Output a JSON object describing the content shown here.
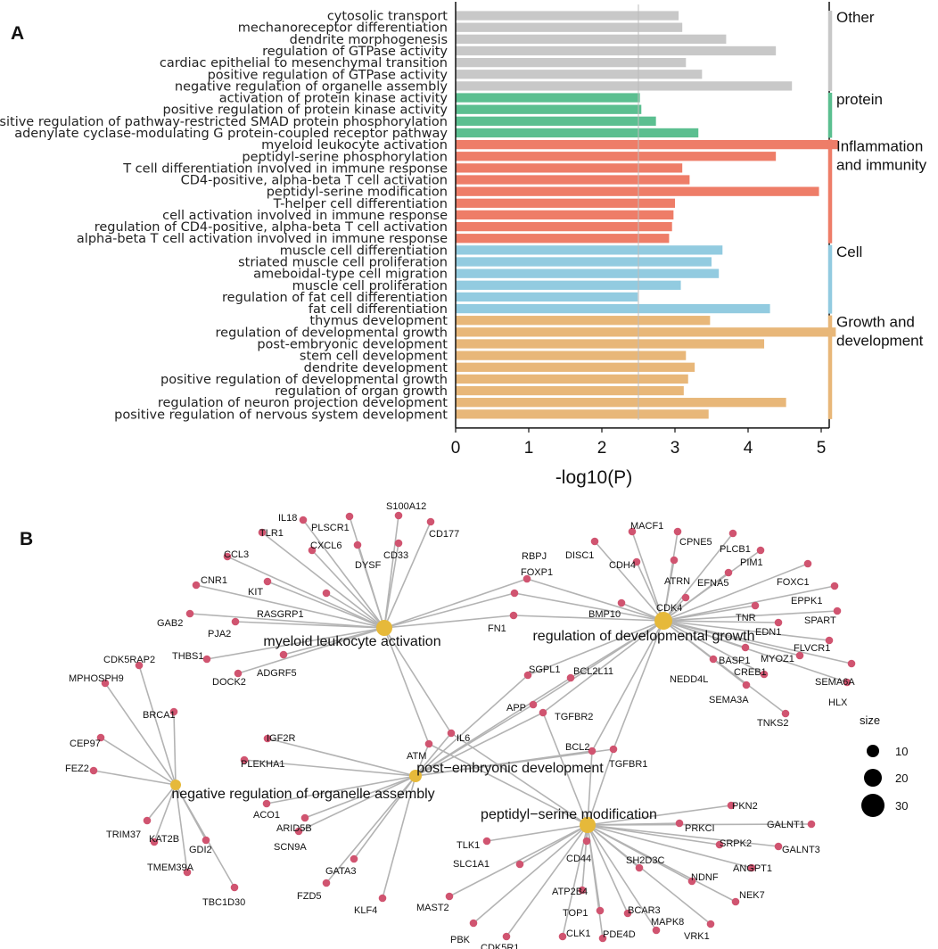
{
  "chart_data": [
    {
      "type": "bar",
      "orientation": "horizontal",
      "panel": "A",
      "xlabel": "-log10(P)",
      "xlim": [
        0,
        5.3
      ],
      "xticks": [
        0,
        1,
        2,
        3,
        4,
        5
      ],
      "threshold_line": 2.5,
      "groups": [
        {
          "name": "Other",
          "color": "#c8c8c8",
          "label_lines": [
            "Other"
          ],
          "bars": [
            {
              "term": "cytosolic transport",
              "value": 3.05
            },
            {
              "term": "mechanoreceptor differentiation",
              "value": 3.1
            },
            {
              "term": "dendrite morphogenesis",
              "value": 3.7
            },
            {
              "term": "regulation of GTPase activity",
              "value": 4.38
            },
            {
              "term": "cardiac epithelial to mesenchymal transition",
              "value": 3.15
            },
            {
              "term": "positive regulation of GTPase activity",
              "value": 3.37
            },
            {
              "term": "negative regulation of organelle assembly",
              "value": 4.6
            }
          ]
        },
        {
          "name": "protein",
          "color": "#5bbf90",
          "label_lines": [
            "protein"
          ],
          "bars": [
            {
              "term": "activation of protein kinase activity",
              "value": 2.52
            },
            {
              "term": "positive regulation of protein kinase activity",
              "value": 2.54
            },
            {
              "term": "positive regulation of pathway-restricted SMAD protein phosphorylation",
              "value": 2.74
            },
            {
              "term": "adenylate cyclase-modulating G protein-coupled receptor pathway",
              "value": 3.32
            }
          ]
        },
        {
          "name": "Inflammation and immunity",
          "color": "#ee7d68",
          "label_lines": [
            "Inflammation",
            "and immunity"
          ],
          "bars": [
            {
              "term": "myeloid leukocyte activation",
              "value": 5.23
            },
            {
              "term": "peptidyl-serine phosphorylation",
              "value": 4.38
            },
            {
              "term": "T cell differentiation involved in immune response",
              "value": 3.1
            },
            {
              "term": "CD4-positive, alpha-beta T cell activation",
              "value": 3.2
            },
            {
              "term": "peptidyl-serine modification",
              "value": 4.97
            },
            {
              "term": "T-helper cell differentiation",
              "value": 3.0
            },
            {
              "term": "cell activation involved in immune response",
              "value": 2.98
            },
            {
              "term": "regulation of CD4-positive, alpha-beta T cell activation",
              "value": 2.96
            },
            {
              "term": "alpha-beta T cell activation involved in immune response",
              "value": 2.92
            }
          ]
        },
        {
          "name": "Cell",
          "color": "#92cbe0",
          "label_lines": [
            "Cell"
          ],
          "bars": [
            {
              "term": "muscle cell differentiation",
              "value": 3.65
            },
            {
              "term": "striated muscle cell proliferation",
              "value": 3.5
            },
            {
              "term": "ameboidal-type cell migration",
              "value": 3.6
            },
            {
              "term": "muscle cell proliferation",
              "value": 3.08
            },
            {
              "term": "regulation of fat cell differentiation",
              "value": 2.49
            },
            {
              "term": "fat cell differentiation",
              "value": 4.3
            }
          ]
        },
        {
          "name": "Growth and development",
          "color": "#e8b779",
          "label_lines": [
            "Growth and",
            "development"
          ],
          "bars": [
            {
              "term": "thymus development",
              "value": 3.48
            },
            {
              "term": "regulation of developmental growth",
              "value": 5.2
            },
            {
              "term": "post-embryonic development",
              "value": 4.22
            },
            {
              "term": "stem cell development",
              "value": 3.15
            },
            {
              "term": "dendrite development",
              "value": 3.27
            },
            {
              "term": "positive regulation of developmental growth",
              "value": 3.18
            },
            {
              "term": "regulation of organ growth",
              "value": 3.12
            },
            {
              "term": "regulation of neuron projection development",
              "value": 4.52
            },
            {
              "term": "positive regulation of nervous system development",
              "value": 3.46
            }
          ]
        }
      ]
    },
    {
      "type": "network",
      "panel": "B",
      "legend_title": "size",
      "legend_sizes": [
        10,
        20,
        30
      ],
      "hub_color": "#e6b93a",
      "gene_color": "#d05470",
      "edge_color": "#b3b3b3",
      "hubs": [
        {
          "id": "mla",
          "label": "myeloid leukocyte activation"
        },
        {
          "id": "rdg",
          "label": "regulation of developmental growth"
        },
        {
          "id": "ped",
          "label": "post−embryonic development"
        },
        {
          "id": "nroa",
          "label": "negative regulation of organelle assembly"
        },
        {
          "id": "psm",
          "label": "peptidyl−serine modification"
        }
      ],
      "genes": [
        {
          "name": "IL18",
          "hubs": [
            "mla"
          ]
        },
        {
          "name": "S100A12",
          "hubs": [
            "mla"
          ]
        },
        {
          "name": "PLSCR1",
          "hubs": [
            "mla"
          ]
        },
        {
          "name": "CD177",
          "hubs": [
            "mla"
          ]
        },
        {
          "name": "TLR1",
          "hubs": [
            "mla"
          ]
        },
        {
          "name": "CXCL6",
          "hubs": [
            "mla"
          ]
        },
        {
          "name": "CD33",
          "hubs": [
            "mla"
          ]
        },
        {
          "name": "DYSF",
          "hubs": [
            "mla"
          ]
        },
        {
          "name": "CCL3",
          "hubs": [
            "mla"
          ]
        },
        {
          "name": "CNR1",
          "hubs": [
            "mla"
          ]
        },
        {
          "name": "KIT",
          "hubs": [
            "mla"
          ]
        },
        {
          "name": "RASGRP1",
          "hubs": [
            "mla"
          ]
        },
        {
          "name": "GAB2",
          "hubs": [
            "mla"
          ]
        },
        {
          "name": "PJA2",
          "hubs": [
            "mla"
          ]
        },
        {
          "name": "THBS1",
          "hubs": [
            "mla"
          ]
        },
        {
          "name": "ADGRF5",
          "hubs": [
            "mla"
          ]
        },
        {
          "name": "DOCK2",
          "hubs": [
            "mla"
          ]
        },
        {
          "name": "RBPJ",
          "hubs": [
            "mla",
            "rdg"
          ]
        },
        {
          "name": "FOXP1",
          "hubs": [
            "mla",
            "rdg"
          ]
        },
        {
          "name": "FN1",
          "hubs": [
            "mla",
            "rdg"
          ]
        },
        {
          "name": "MACF1",
          "hubs": [
            "rdg"
          ]
        },
        {
          "name": "CPNE5",
          "hubs": [
            "rdg"
          ]
        },
        {
          "name": "DISC1",
          "hubs": [
            "rdg"
          ]
        },
        {
          "name": "CDH4",
          "hubs": [
            "rdg"
          ]
        },
        {
          "name": "ATRN",
          "hubs": [
            "rdg"
          ]
        },
        {
          "name": "PLCB1",
          "hubs": [
            "rdg"
          ]
        },
        {
          "name": "PIM1",
          "hubs": [
            "rdg"
          ]
        },
        {
          "name": "EFNA5",
          "hubs": [
            "rdg"
          ]
        },
        {
          "name": "FOXC1",
          "hubs": [
            "rdg"
          ]
        },
        {
          "name": "EPPK1",
          "hubs": [
            "rdg"
          ]
        },
        {
          "name": "BMP10",
          "hubs": [
            "rdg"
          ]
        },
        {
          "name": "CDK4",
          "hubs": [
            "rdg"
          ]
        },
        {
          "name": "TNR",
          "hubs": [
            "rdg"
          ]
        },
        {
          "name": "SPART",
          "hubs": [
            "rdg"
          ]
        },
        {
          "name": "EDN1",
          "hubs": [
            "rdg"
          ]
        },
        {
          "name": "FLVCR1",
          "hubs": [
            "rdg"
          ]
        },
        {
          "name": "BASP1",
          "hubs": [
            "rdg"
          ]
        },
        {
          "name": "MYOZ1",
          "hubs": [
            "rdg"
          ]
        },
        {
          "name": "NEDD4L",
          "hubs": [
            "rdg"
          ]
        },
        {
          "name": "CREB1",
          "hubs": [
            "rdg"
          ]
        },
        {
          "name": "SEMA6A",
          "hubs": [
            "rdg"
          ]
        },
        {
          "name": "SEMA3A",
          "hubs": [
            "rdg"
          ]
        },
        {
          "name": "HLX",
          "hubs": [
            "rdg"
          ]
        },
        {
          "name": "TNKS2",
          "hubs": [
            "rdg"
          ]
        },
        {
          "name": "SGPL1",
          "hubs": [
            "rdg",
            "ped"
          ]
        },
        {
          "name": "APP",
          "hubs": [
            "rdg",
            "ped"
          ]
        },
        {
          "name": "BCL2L11",
          "hubs": [
            "rdg",
            "ped"
          ]
        },
        {
          "name": "TGFBR2",
          "hubs": [
            "rdg",
            "ped",
            "psm"
          ]
        },
        {
          "name": "BCL2",
          "hubs": [
            "rdg",
            "ped",
            "psm"
          ]
        },
        {
          "name": "TGFBR1",
          "hubs": [
            "rdg",
            "ped",
            "psm"
          ]
        },
        {
          "name": "IL6",
          "hubs": [
            "mla",
            "ped",
            "psm"
          ]
        },
        {
          "name": "ATM",
          "hubs": [
            "mla",
            "ped",
            "psm"
          ]
        },
        {
          "name": "IGF2R",
          "hubs": [
            "ped"
          ]
        },
        {
          "name": "PLEKHA1",
          "hubs": [
            "ped"
          ]
        },
        {
          "name": "ACO1",
          "hubs": [
            "ped"
          ]
        },
        {
          "name": "ARID5B",
          "hubs": [
            "ped"
          ]
        },
        {
          "name": "SCN9A",
          "hubs": [
            "ped"
          ]
        },
        {
          "name": "GATA3",
          "hubs": [
            "ped"
          ]
        },
        {
          "name": "FZD5",
          "hubs": [
            "ped"
          ]
        },
        {
          "name": "KLF4",
          "hubs": [
            "ped"
          ]
        },
        {
          "name": "CDK5RAP2",
          "hubs": [
            "nroa"
          ]
        },
        {
          "name": "MPHOSPH9",
          "hubs": [
            "nroa"
          ]
        },
        {
          "name": "BRCA1",
          "hubs": [
            "nroa"
          ]
        },
        {
          "name": "CEP97",
          "hubs": [
            "nroa"
          ]
        },
        {
          "name": "FEZ2",
          "hubs": [
            "nroa"
          ]
        },
        {
          "name": "TRIM37",
          "hubs": [
            "nroa"
          ]
        },
        {
          "name": "KAT2B",
          "hubs": [
            "nroa"
          ]
        },
        {
          "name": "GDI2",
          "hubs": [
            "nroa"
          ]
        },
        {
          "name": "TMEM39A",
          "hubs": [
            "nroa"
          ]
        },
        {
          "name": "TBC1D30",
          "hubs": [
            "nroa"
          ]
        },
        {
          "name": "PKN2",
          "hubs": [
            "psm"
          ]
        },
        {
          "name": "PRKCI",
          "hubs": [
            "psm"
          ]
        },
        {
          "name": "GALNT1",
          "hubs": [
            "psm"
          ]
        },
        {
          "name": "SRPK2",
          "hubs": [
            "psm"
          ]
        },
        {
          "name": "GALNT3",
          "hubs": [
            "psm"
          ]
        },
        {
          "name": "TLK1",
          "hubs": [
            "psm"
          ]
        },
        {
          "name": "SLC1A1",
          "hubs": [
            "psm"
          ]
        },
        {
          "name": "CD44",
          "hubs": [
            "psm"
          ]
        },
        {
          "name": "SH2D3C",
          "hubs": [
            "psm"
          ]
        },
        {
          "name": "ANGPT1",
          "hubs": [
            "psm"
          ]
        },
        {
          "name": "NDNF",
          "hubs": [
            "psm"
          ]
        },
        {
          "name": "NEK7",
          "hubs": [
            "psm"
          ]
        },
        {
          "name": "ATP2B4",
          "hubs": [
            "psm"
          ]
        },
        {
          "name": "MAST2",
          "hubs": [
            "psm"
          ]
        },
        {
          "name": "TOP1",
          "hubs": [
            "psm"
          ]
        },
        {
          "name": "BCAR3",
          "hubs": [
            "psm"
          ]
        },
        {
          "name": "VRK1",
          "hubs": [
            "psm"
          ]
        },
        {
          "name": "MAPK8",
          "hubs": [
            "psm"
          ]
        },
        {
          "name": "PBK",
          "hubs": [
            "psm"
          ]
        },
        {
          "name": "CDK5R1",
          "hubs": [
            "psm"
          ]
        },
        {
          "name": "CLK1",
          "hubs": [
            "psm"
          ]
        },
        {
          "name": "PDE4D",
          "hubs": [
            "psm"
          ]
        }
      ]
    }
  ]
}
